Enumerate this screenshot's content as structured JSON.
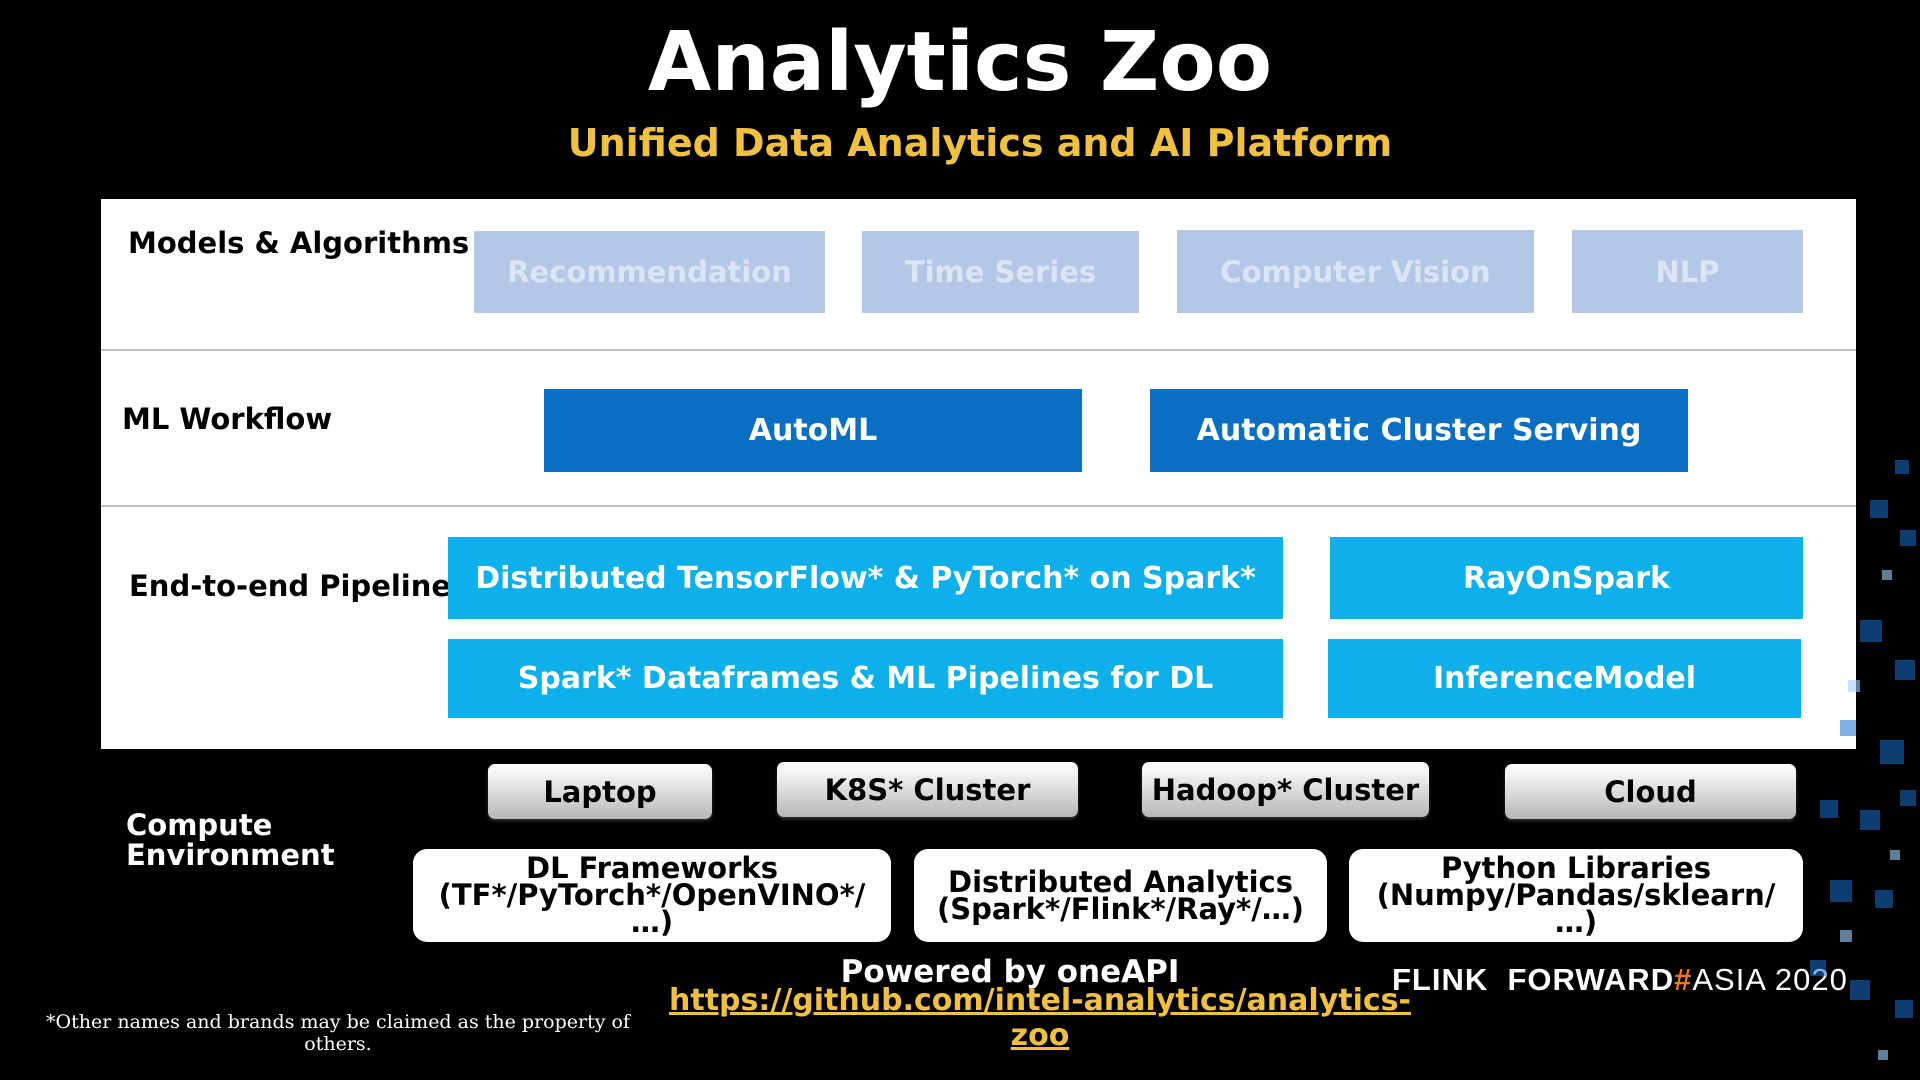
{
  "title": "Analytics Zoo",
  "subtitle": "Unified Data Analytics and AI Platform",
  "layers": {
    "models": {
      "label": "Models & Algorithms",
      "items": [
        "Recommendation",
        "Time Series",
        "Computer Vision",
        "NLP"
      ]
    },
    "workflow": {
      "label": "ML Workflow",
      "items": [
        "AutoML",
        "Automatic Cluster Serving"
      ]
    },
    "pipelines": {
      "label": "End-to-end Pipelines",
      "items": [
        "Distributed TensorFlow* & PyTorch* on Spark*",
        "RayOnSpark",
        "Spark* Dataframes & ML Pipelines for DL",
        "InferenceModel"
      ]
    }
  },
  "compute": {
    "label_line1": "Compute",
    "label_line2": "Environment",
    "environments": [
      "Laptop",
      "K8S* Cluster",
      "Hadoop* Cluster",
      "Cloud"
    ],
    "libraries": [
      {
        "lines": [
          "DL Frameworks",
          "(TF*/PyTorch*/OpenVINO*/",
          "…)"
        ]
      },
      {
        "lines": [
          "Distributed Analytics",
          "(Spark*/Flink*/Ray*/…)"
        ]
      },
      {
        "lines": [
          "Python Libraries",
          "(Numpy/Pandas/sklearn/",
          "…)"
        ]
      }
    ]
  },
  "powered_by": "Powered by oneAPI",
  "github_url": "https://github.com/intel-analytics/analytics-zoo",
  "footnote": "*Other names and brands may be claimed as the property of others.",
  "brand": {
    "flink": "FLINK",
    "forward": "FORWARD",
    "hash": "#",
    "asia": "ASIA 2020"
  },
  "colors": {
    "title": "#ffffff",
    "subtitle": "#f0c040",
    "model_box": "#b4c7e7",
    "workflow_box": "#0a6fc2",
    "pipeline_box": "#0db0ea",
    "brand_hash": "#f07820"
  }
}
